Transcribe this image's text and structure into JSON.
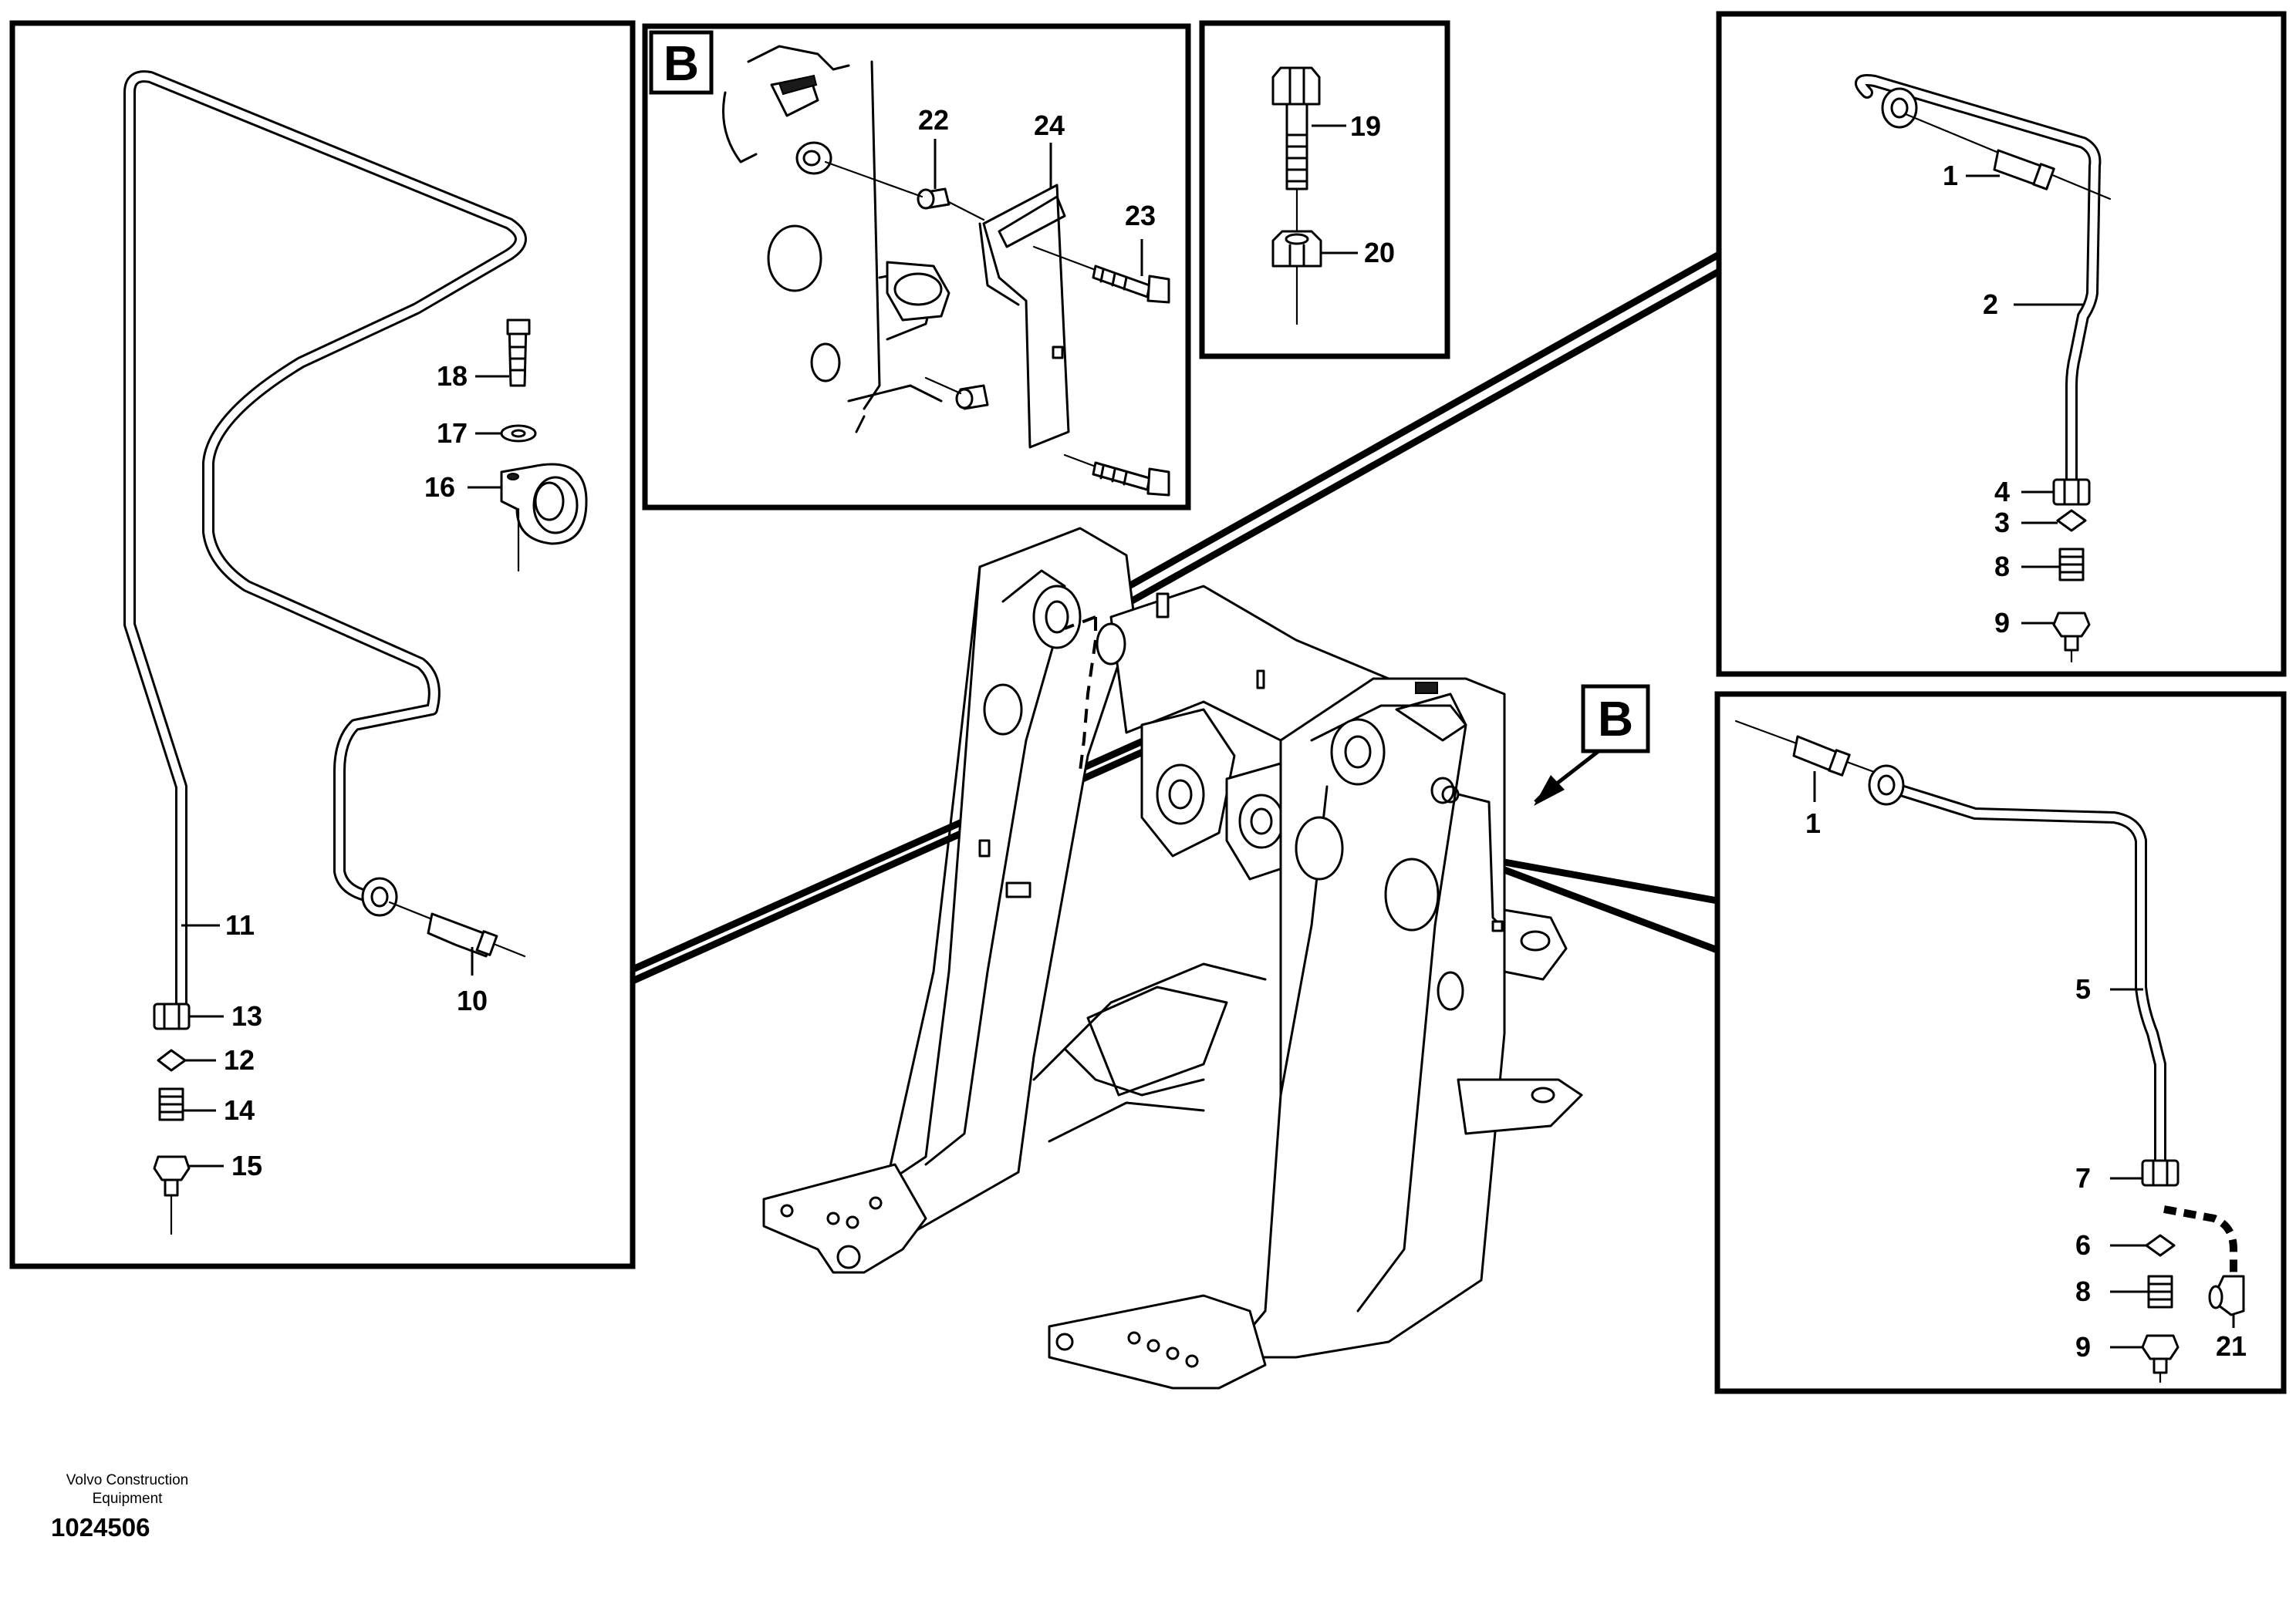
{
  "drawing": {
    "section_label": "B",
    "detail_marker": "B",
    "footer": {
      "company_line1": "Volvo Construction",
      "company_line2": "Equipment",
      "drawing_number": "1024506"
    },
    "callouts": {
      "c1a": "1",
      "c1b": "1",
      "c2": "2",
      "c3": "3",
      "c4": "4",
      "c5": "5",
      "c6": "6",
      "c7": "7",
      "c8a": "8",
      "c8b": "8",
      "c9a": "9",
      "c9b": "9",
      "c10": "10",
      "c11": "11",
      "c12": "12",
      "c13": "13",
      "c14": "14",
      "c15": "15",
      "c16": "16",
      "c17": "17",
      "c18": "18",
      "c19": "19",
      "c20": "20",
      "c21": "21",
      "c22": "22",
      "c23": "23",
      "c24": "24"
    }
  }
}
